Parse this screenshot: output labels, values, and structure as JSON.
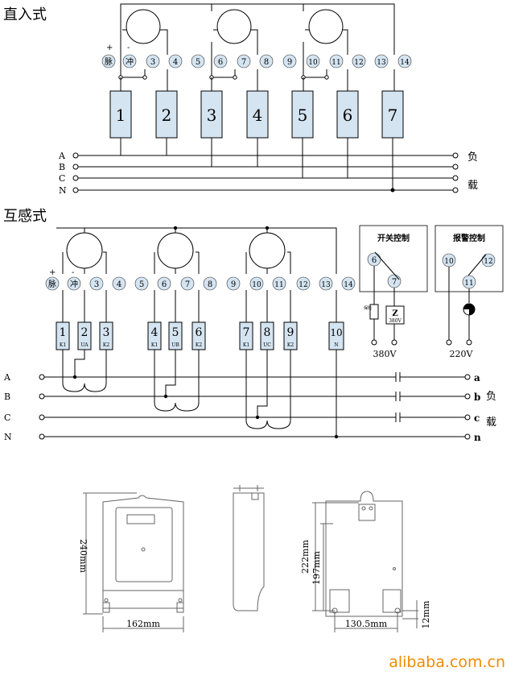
{
  "direct": {
    "title": "直入式",
    "pulse_plus": "+",
    "pulse_minus": "-",
    "pulse": "脉",
    "chong": "冲",
    "terminals": [
      "3",
      "4",
      "5",
      "6",
      "7",
      "8",
      "9",
      "10",
      "11",
      "12",
      "13",
      "14"
    ],
    "boxes": [
      "1",
      "2",
      "3",
      "4",
      "5",
      "6",
      "7"
    ],
    "lines": [
      "A",
      "B",
      "C",
      "N"
    ],
    "load_top": "负",
    "load_bottom": "载"
  },
  "ct": {
    "title": "互感式",
    "pulse_plus": "+",
    "pulse_minus": "-",
    "pulse": "脉",
    "chong": "冲",
    "terminals": [
      "3",
      "4",
      "5",
      "6",
      "7",
      "8",
      "9",
      "10",
      "11",
      "12",
      "13",
      "14"
    ],
    "boxes": [
      {
        "num": "1",
        "sub": "K1"
      },
      {
        "num": "2",
        "sub": "UA"
      },
      {
        "num": "3",
        "sub": "K2"
      },
      {
        "num": "4",
        "sub": "K1"
      },
      {
        "num": "5",
        "sub": "UB"
      },
      {
        "num": "6",
        "sub": "K2"
      },
      {
        "num": "7",
        "sub": "K1"
      },
      {
        "num": "8",
        "sub": "UC"
      },
      {
        "num": "9",
        "sub": "K2"
      },
      {
        "num": "10",
        "sub": "N"
      }
    ],
    "lines": [
      "A",
      "B",
      "C",
      "N"
    ],
    "line_ends": [
      "a",
      "b",
      "c",
      "n"
    ],
    "load_top": "负",
    "load_bottom": "载"
  },
  "switch_ctrl": {
    "title": "开关控制",
    "t1": "6",
    "t2": "7",
    "fuse": "保险",
    "contactor_symbol": "Z",
    "contactor_voltage": "380V",
    "supply": "380V"
  },
  "alarm_ctrl": {
    "title": "报警控制",
    "t1": "10",
    "t2": "12",
    "t3": "11",
    "supply": "220V"
  },
  "dims": {
    "height": "240mm",
    "width": "162mm",
    "mount_height": "222mm",
    "inner_height": "197mm",
    "mount_width": "130.5mm",
    "offset": "12mm"
  },
  "watermark": "alibaba.com.cn",
  "colors": {
    "terminal_fill": "#d4e4f1",
    "watermark": "#f08c00"
  }
}
